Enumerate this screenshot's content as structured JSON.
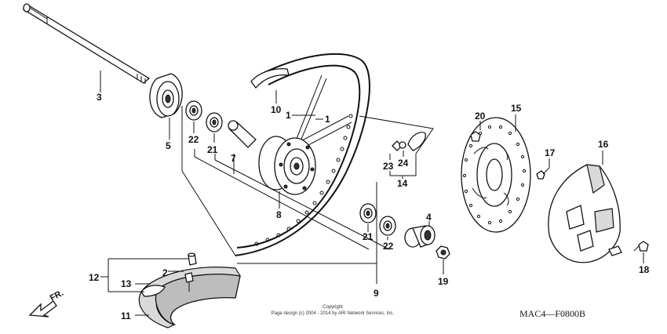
{
  "diagram": {
    "callouts": {
      "c1a": "1",
      "c1b": "1",
      "c2": "2",
      "c3": "3",
      "c4": "4",
      "c5": "5",
      "c7": "7",
      "c8": "8",
      "c9": "9",
      "c10": "10",
      "c11": "11",
      "c12": "12",
      "c13": "13",
      "c14": "14",
      "c15": "15",
      "c16": "16",
      "c17": "17",
      "c18": "18",
      "c19": "19",
      "c20": "20",
      "c21a": "21",
      "c21b": "21",
      "c22a": "22",
      "c22b": "22",
      "c23": "23",
      "c24": "24"
    },
    "direction_label": "FR.",
    "diagram_code": "MAC4—F0800B",
    "copyright_line1": "Copyright",
    "copyright_line2": "Page design (c) 2004 - 2014 by ARI Network Services, Inc."
  }
}
